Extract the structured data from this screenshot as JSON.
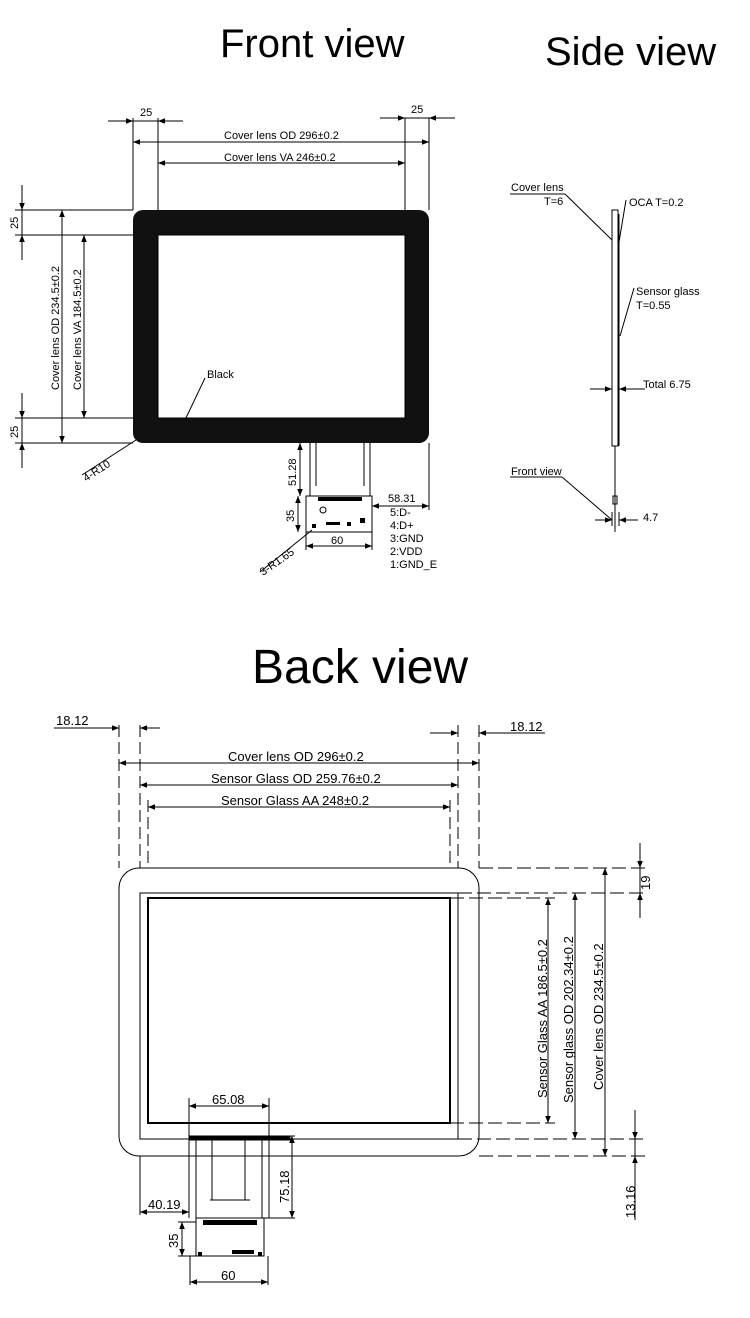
{
  "titles": {
    "front": "Front view",
    "side": "Side view",
    "back": "Back view"
  },
  "front": {
    "margin_left": "25",
    "margin_right": "25",
    "od_width": "Cover lens OD 296±0.2",
    "va_width": "Cover lens VA 246±0.2",
    "margin_top": "25",
    "margin_bottom": "25",
    "od_height": "Cover lens OD 234.5±0.2",
    "va_height": "Cover lens VA 184.5±0.2",
    "border_label": "Black",
    "corner_radius": "4-R10",
    "fpc_length": "51.28",
    "fpc_offset": "58.31",
    "board_height": "35",
    "board_width": "60",
    "hole_label": "3-R1.65",
    "pins": [
      "5:D-",
      "4:D+",
      "3:GND",
      "2:VDD",
      "1:GND_E"
    ]
  },
  "side": {
    "cover_lens": "Cover lens",
    "cover_lens_t": "T=6",
    "oca": "OCA T=0.2",
    "sensor_glass": "Sensor glass",
    "sensor_glass_t": "T=0.55",
    "total": "Total 6.75",
    "front_view": "Front view",
    "thickness": "4.7"
  },
  "back": {
    "offset_left": "18.12",
    "offset_right": "18.12",
    "od_width": "Cover lens OD 296±0.2",
    "sensor_od_width": "Sensor Glass OD 259.76±0.2",
    "sensor_aa_width": "Sensor Glass AA 248±0.2",
    "top_offset": "19",
    "sensor_aa_height": "Sensor Glass AA 186.5±0.2",
    "sensor_od_height": "Sensor glass OD 202.34±0.2",
    "od_height": "Cover lens OD 234.5±0.2",
    "bottom_offset": "13.16",
    "fpc_width": "65.08",
    "fpc_length": "75.18",
    "fpc_left": "40.19",
    "board_height": "35",
    "board_width": "60"
  }
}
